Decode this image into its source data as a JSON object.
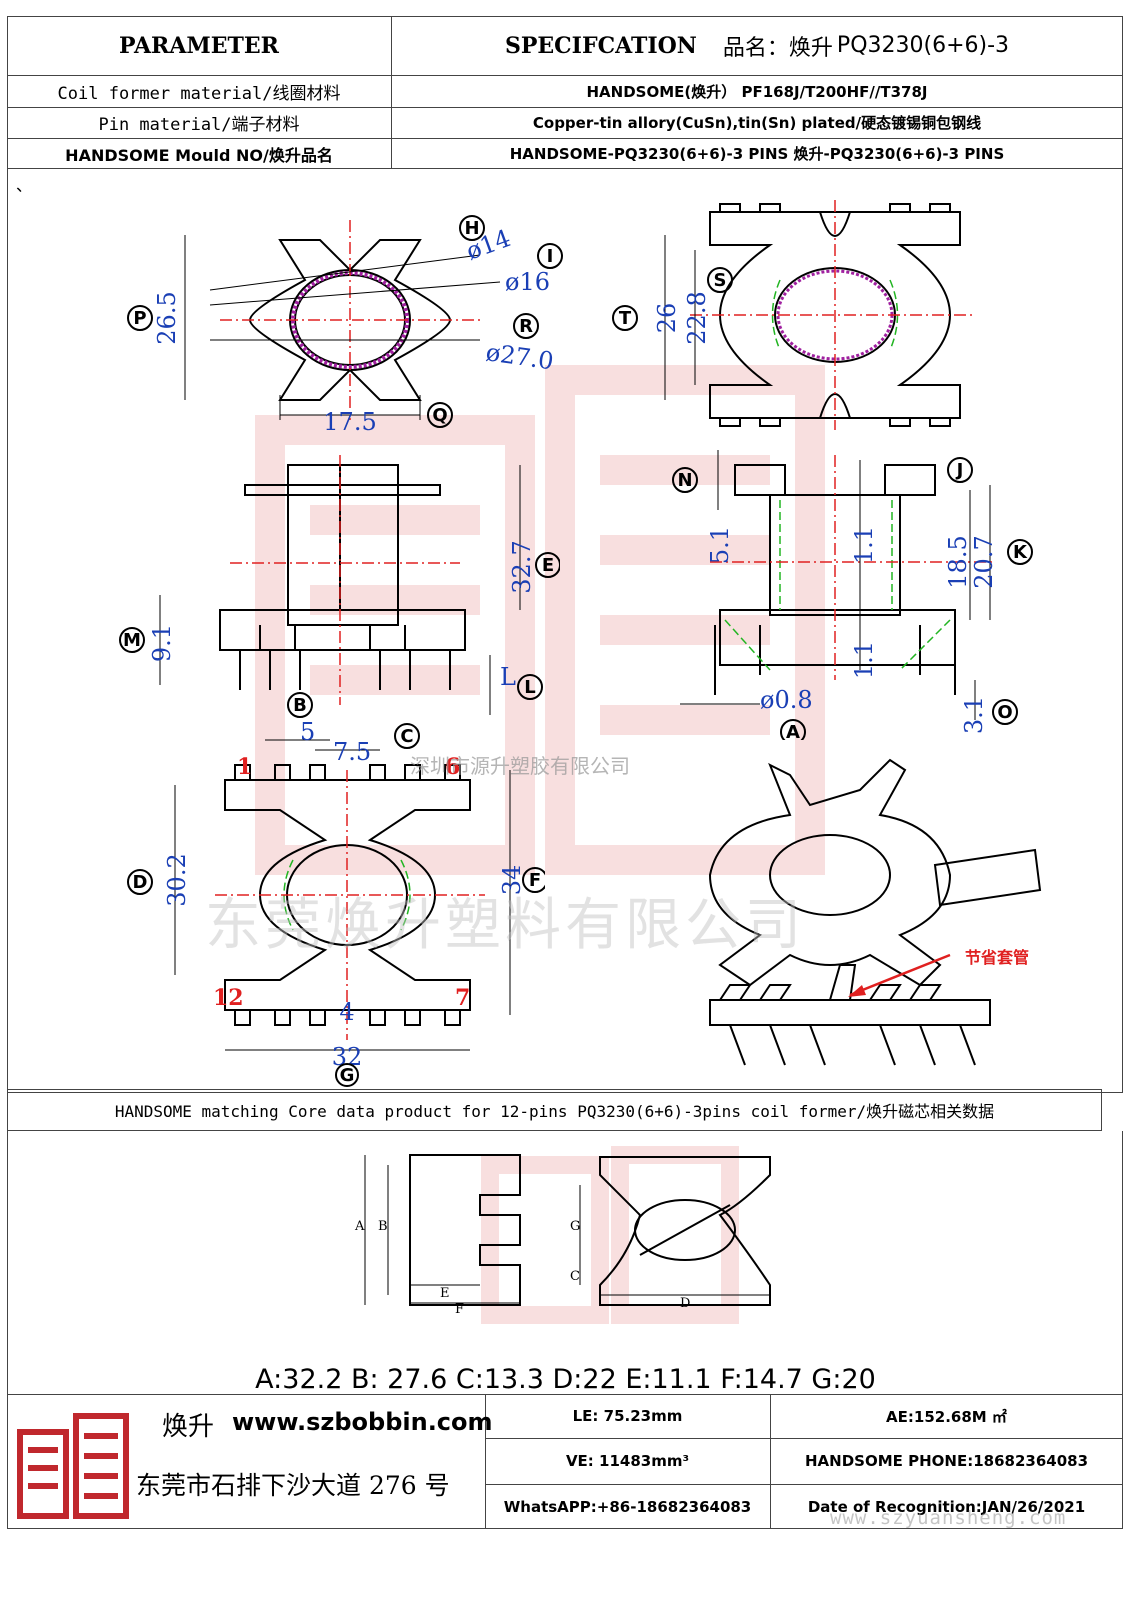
{
  "header": {
    "parameter_label": "PARAMETER",
    "spec_label": "SPECIFCATION",
    "product_name_prefix": "品名：焕升",
    "product_model": "PQ3230(6+6)-3"
  },
  "rows": [
    {
      "label": "Coil former material/线圈材料",
      "value": "HANDSOME(焕升）  PF168J/T200HF//T378J"
    },
    {
      "label": "Pin material/端子材料",
      "value": "Copper-tin allory(CuSn),tin(Sn) plated/硬态镀锡铜包钢线"
    },
    {
      "label": "HANDSOME Mould NO/焕升品名",
      "value": "HANDSOME-PQ3230(6+6)-3 PINS    焕升-PQ3230(6+6)-3 PINS"
    }
  ],
  "stray_mark": "、",
  "drawing": {
    "views": {
      "top_left": {
        "dims": [
          "26.5",
          "ø14",
          "ø16",
          "ø27.0",
          "17.5"
        ],
        "markers": [
          "P",
          "H",
          "I",
          "R",
          "Q"
        ]
      },
      "top_right": {
        "dims": [
          "26",
          "22.8"
        ],
        "markers": [
          "T",
          "S"
        ]
      },
      "front_left": {
        "dims": [
          "32.7",
          "9.1",
          "L"
        ],
        "markers": [
          "E",
          "M",
          "L",
          "B"
        ]
      },
      "front_right": {
        "dims": [
          "5.1",
          "1.1",
          "18.5",
          "20.7",
          "1.1",
          "ø0.8",
          "3.1"
        ],
        "markers": [
          "N",
          "J",
          "K",
          "A",
          "O"
        ]
      },
      "bottom_left": {
        "dims": [
          "5",
          "7.5",
          "30.2",
          "34",
          "4",
          "32"
        ],
        "markers": [
          "C",
          "D",
          "F",
          "G"
        ],
        "pin_numbers": [
          "1",
          "6",
          "12",
          "7"
        ]
      },
      "iso": {
        "callout": "节省套管"
      }
    },
    "watermarks": {
      "company_small": "深圳市源升塑胶有限公司",
      "company_large": "东莞焕升塑料有限公司"
    }
  },
  "core_section": {
    "title": "HANDSOME matching Core data  product for 12-pins PQ3230(6+6)-3pins coil former/焕升磁芯相关数据",
    "diagram_labels": [
      "A",
      "B",
      "C",
      "D",
      "E",
      "F",
      "G"
    ],
    "dims_text": "A:32.2 B: 27.6 C:13.3 D:22 E:11.1 F:14.7 G:20"
  },
  "footer": {
    "brand": "焕升",
    "website": "www.szbobbin.com",
    "address": "东莞市石排下沙大道 276 号",
    "le": "LE: 75.23mm",
    "ae": "AE:152.68M ㎡",
    "ve": "VE: 11483mm³",
    "phone": "HANDSOME PHONE:18682364083",
    "whatsapp": "WhatsAPP:+86-18682364083",
    "date": "Date of Recognition:JAN/26/2021",
    "url_watermark": "www.szyuansheng.com"
  },
  "colors": {
    "dimension_blue": "#1a3fb5",
    "centerline_red": "#e02020",
    "hatch_purple": "#a020a0",
    "guide_green": "#22b522",
    "logo_red": "#c0282d"
  }
}
